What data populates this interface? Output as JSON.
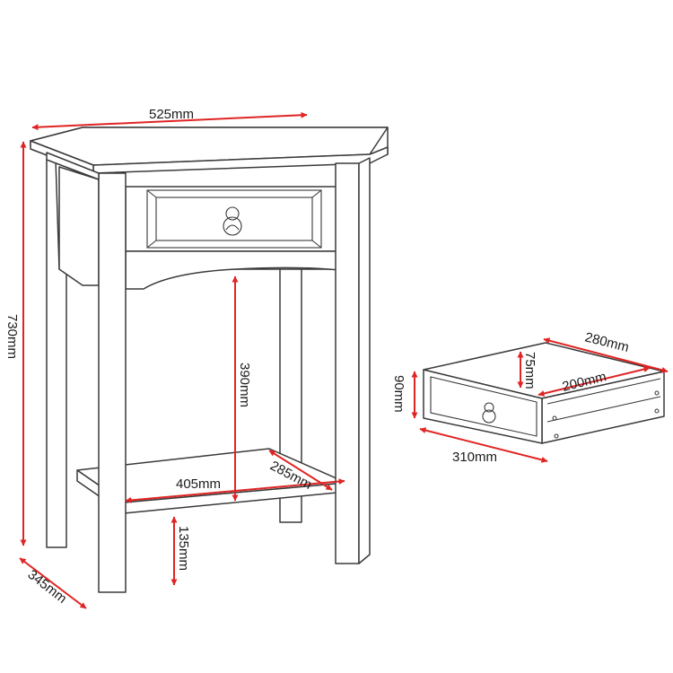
{
  "colors": {
    "dimension_arrow": "#e02424",
    "outline": "#3a3a3a",
    "background": "#ffffff"
  },
  "dimensions": {
    "table_width": "525mm",
    "table_height": "730mm",
    "table_depth": "345mm",
    "clearance_under_top": "390mm",
    "shelf_width": "405mm",
    "shelf_depth": "285mm",
    "shelf_height": "135mm",
    "drawer_depth": "280mm",
    "drawer_inner_height": "75mm",
    "drawer_inner_depth": "200mm",
    "drawer_height": "90mm",
    "drawer_width": "310mm"
  },
  "icons": [
    "drop-handle-icon"
  ]
}
